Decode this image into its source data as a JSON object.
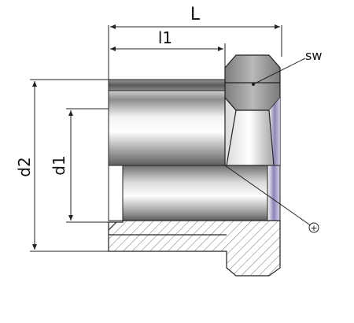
{
  "labels": {
    "L": "L",
    "l1": "l1",
    "sw": "sw",
    "d1": "d1",
    "d2": "d2",
    "plus": "+"
  }
}
